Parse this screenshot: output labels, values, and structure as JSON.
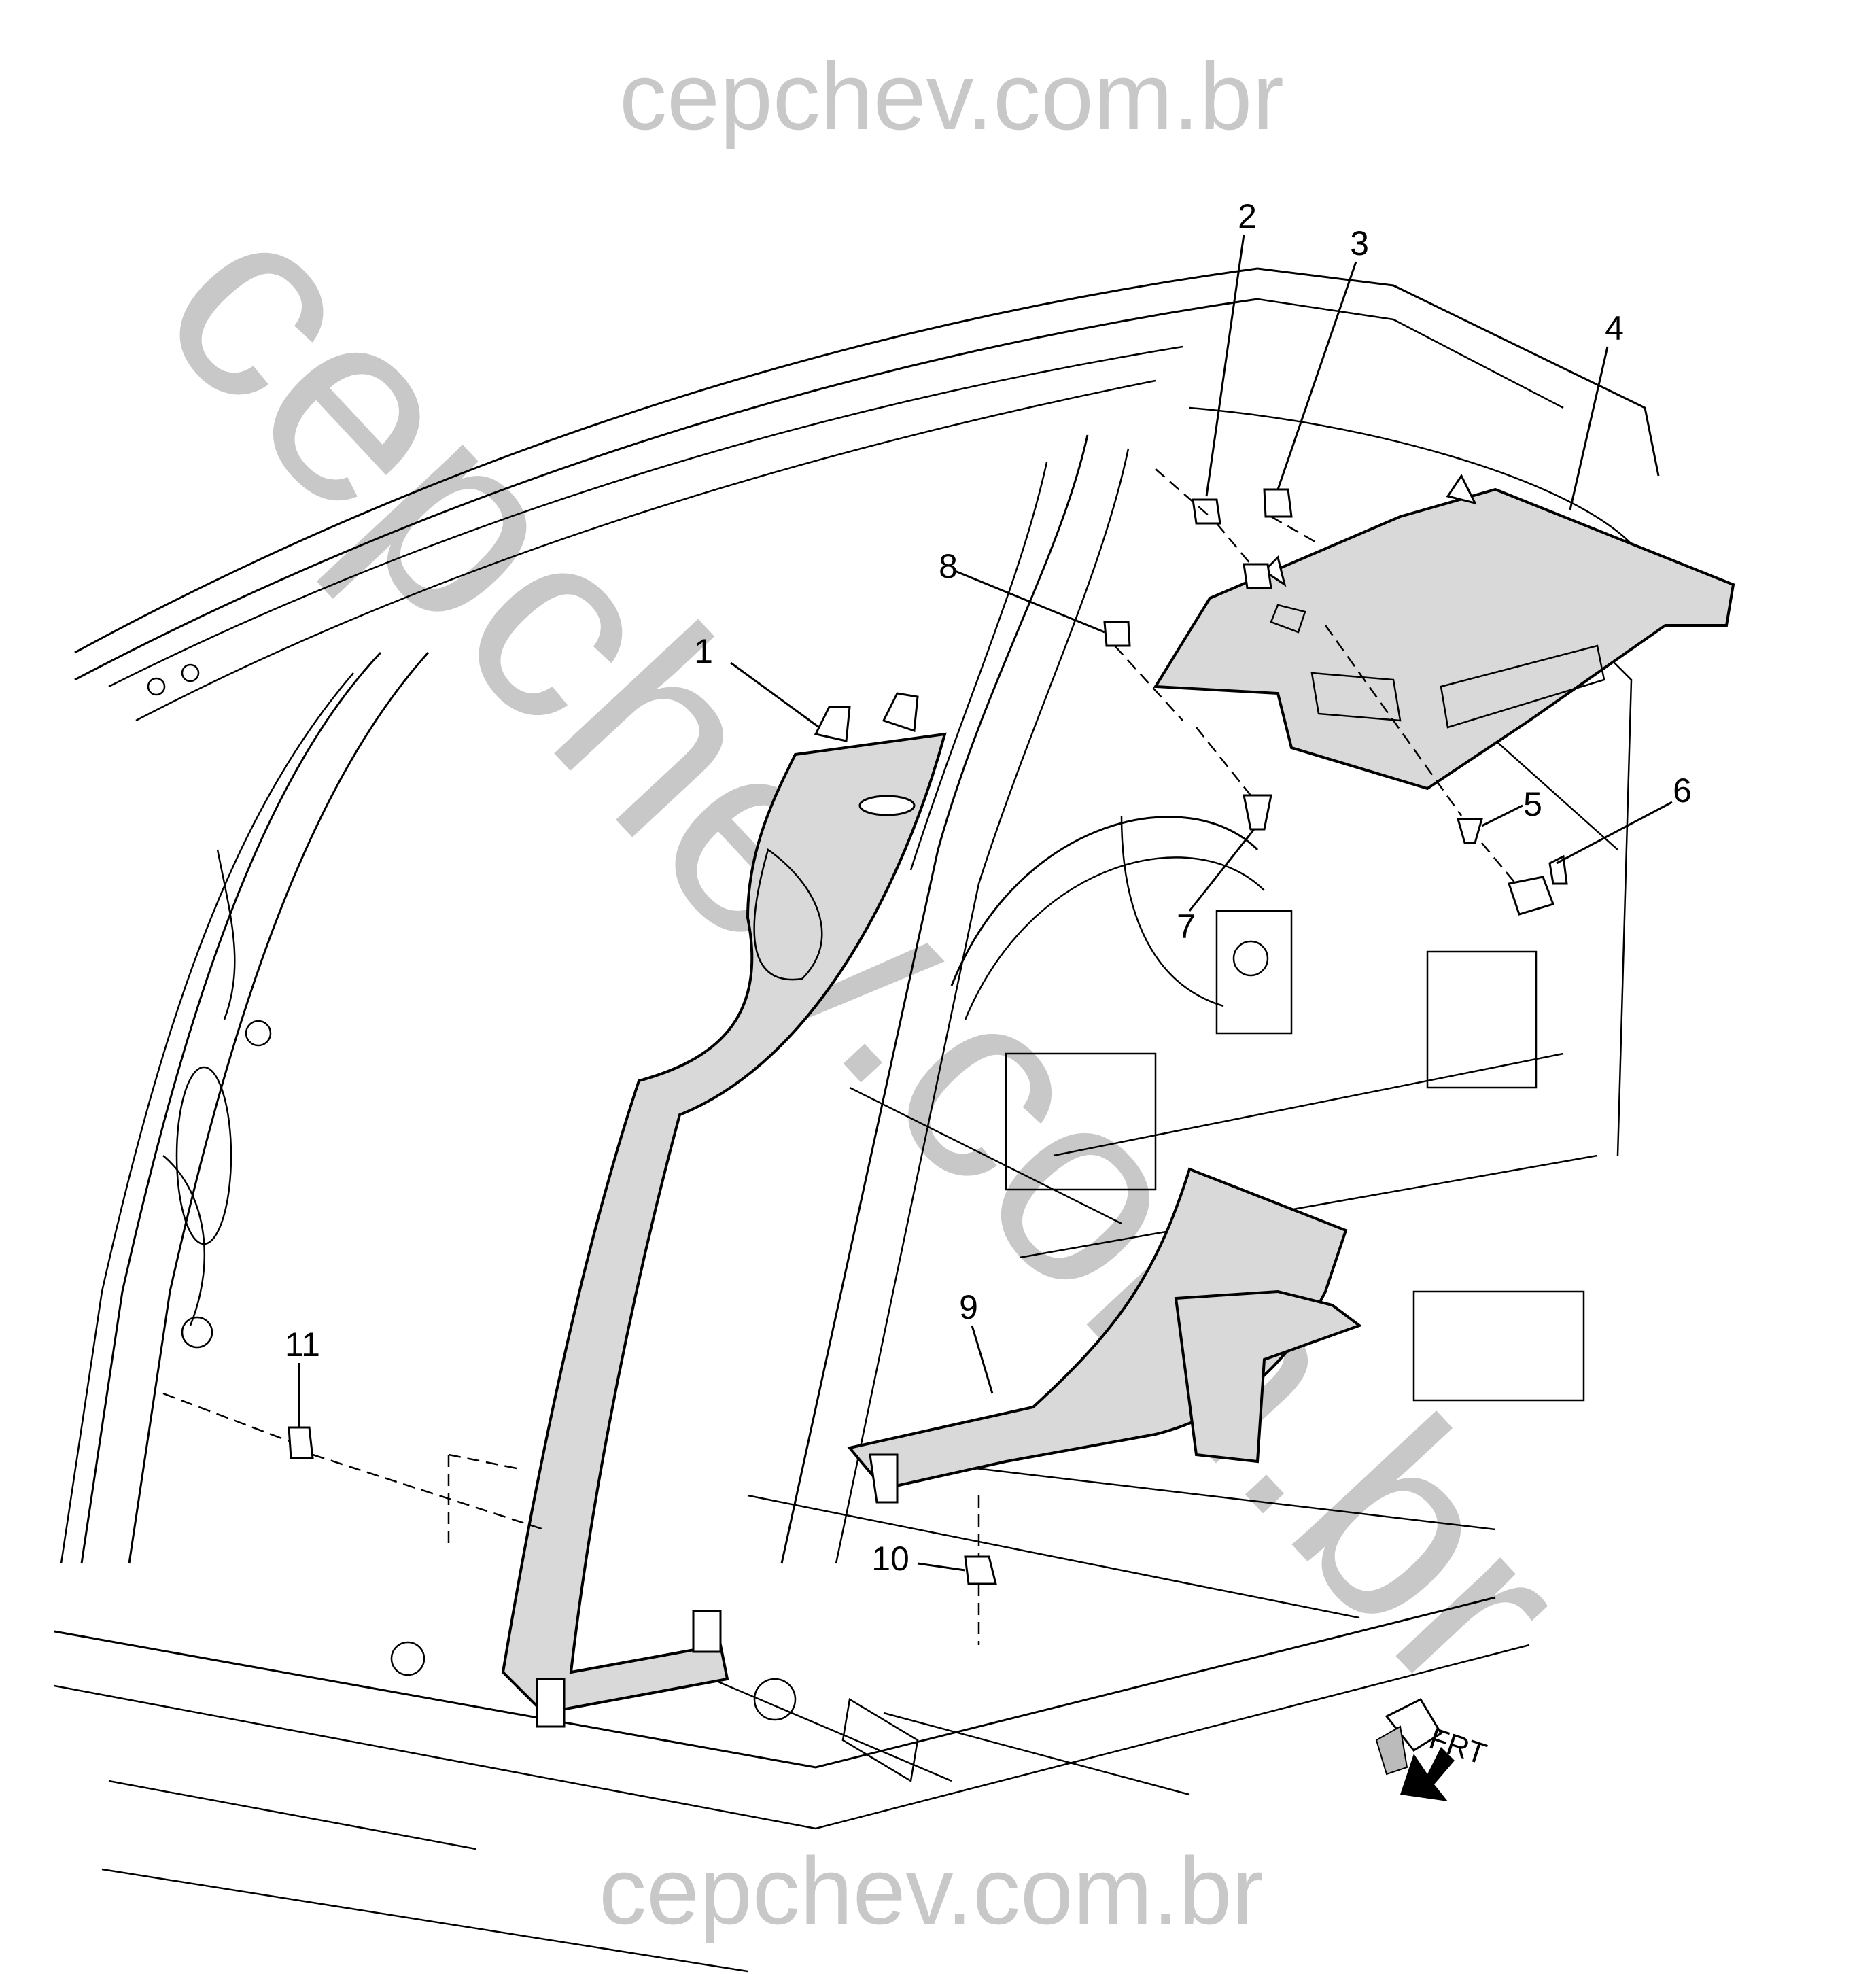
{
  "watermark": {
    "top": "cepchev.com.br",
    "diagonal": "cepchev.com.br",
    "bottom": "cepchev.com.br",
    "color": "#c8c8c8"
  },
  "callouts": [
    "1",
    "2",
    "3",
    "4",
    "5",
    "6",
    "7",
    "8",
    "9",
    "10",
    "11"
  ],
  "orientation_label": "FRT",
  "icons": {
    "front_arrow": "front-direction-arrow-icon"
  }
}
